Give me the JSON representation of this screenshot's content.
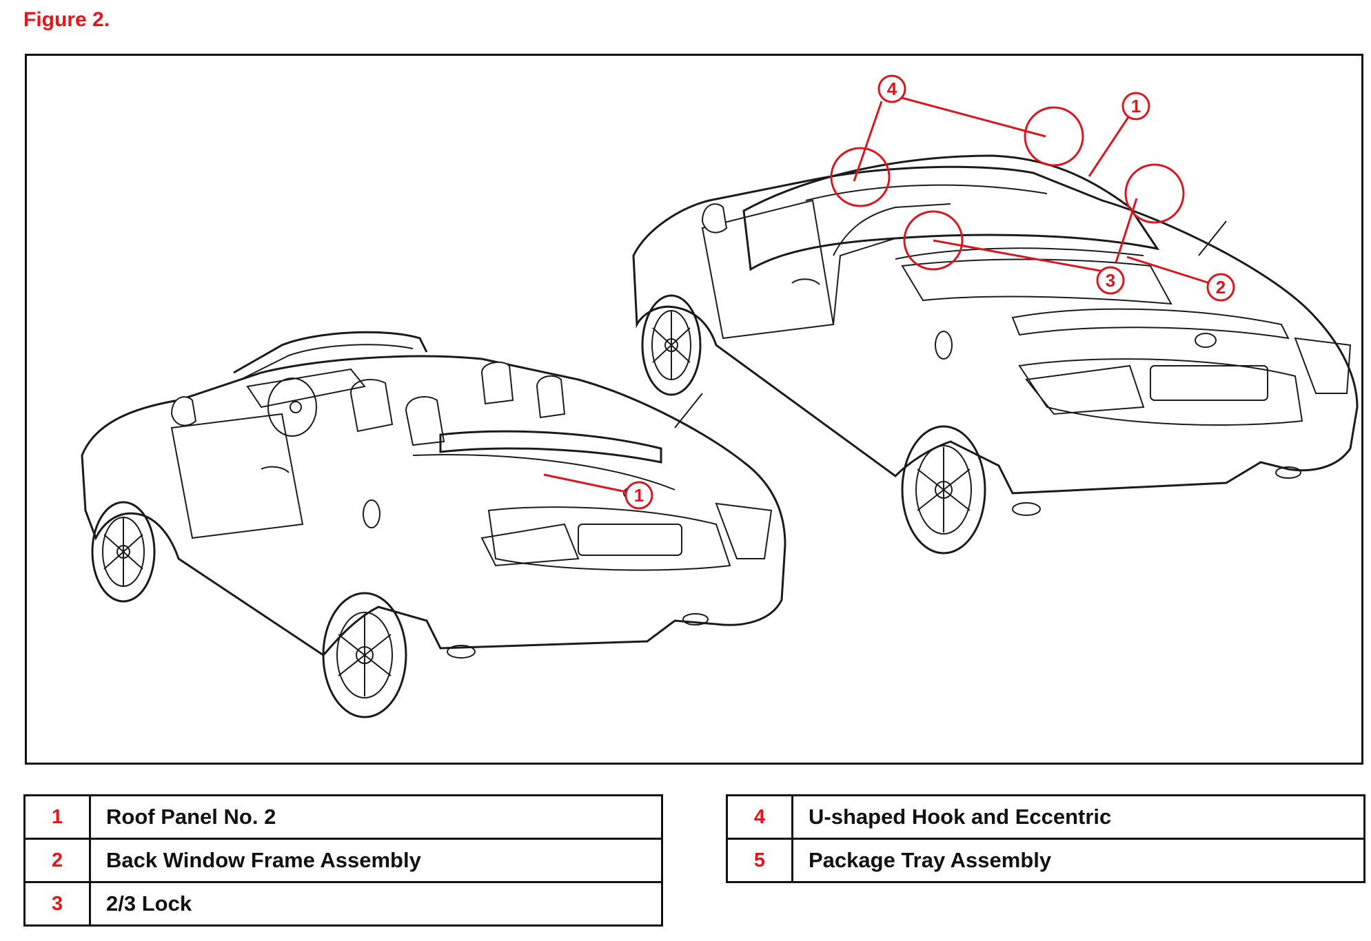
{
  "figure_title": "Figure 2.",
  "callouts": {
    "left_car": [
      "1"
    ],
    "right_car": [
      "4",
      "1",
      "3",
      "2"
    ]
  },
  "legend_left": [
    {
      "num": "1",
      "label": "Roof Panel No.  2"
    },
    {
      "num": "2",
      "label": "Back Window Frame Assembly"
    },
    {
      "num": "3",
      "label": "2/3 Lock"
    }
  ],
  "legend_right": [
    {
      "num": "4",
      "label": "U-shaped Hook and Eccentric"
    },
    {
      "num": "5",
      "label": "Package Tray Assembly"
    }
  ],
  "colors": {
    "accent_red": "#e8141c",
    "line": "#111111"
  }
}
